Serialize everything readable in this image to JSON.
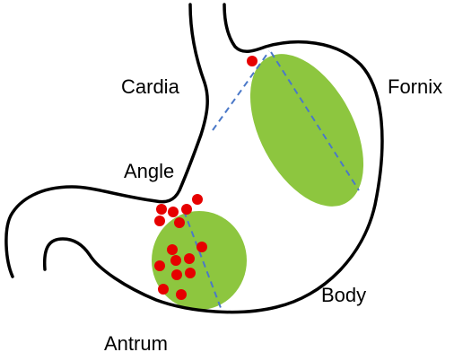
{
  "labels": {
    "cardia": "Cardia",
    "fornix": "Fornix",
    "angle": "Angle",
    "body": "Body",
    "antrum": "Antrum"
  },
  "colors": {
    "outline": "#000000",
    "region_fill": "#8dc63f",
    "axis_line": "#4a78c8",
    "dot": "#e60000",
    "background": "#ffffff"
  }
}
